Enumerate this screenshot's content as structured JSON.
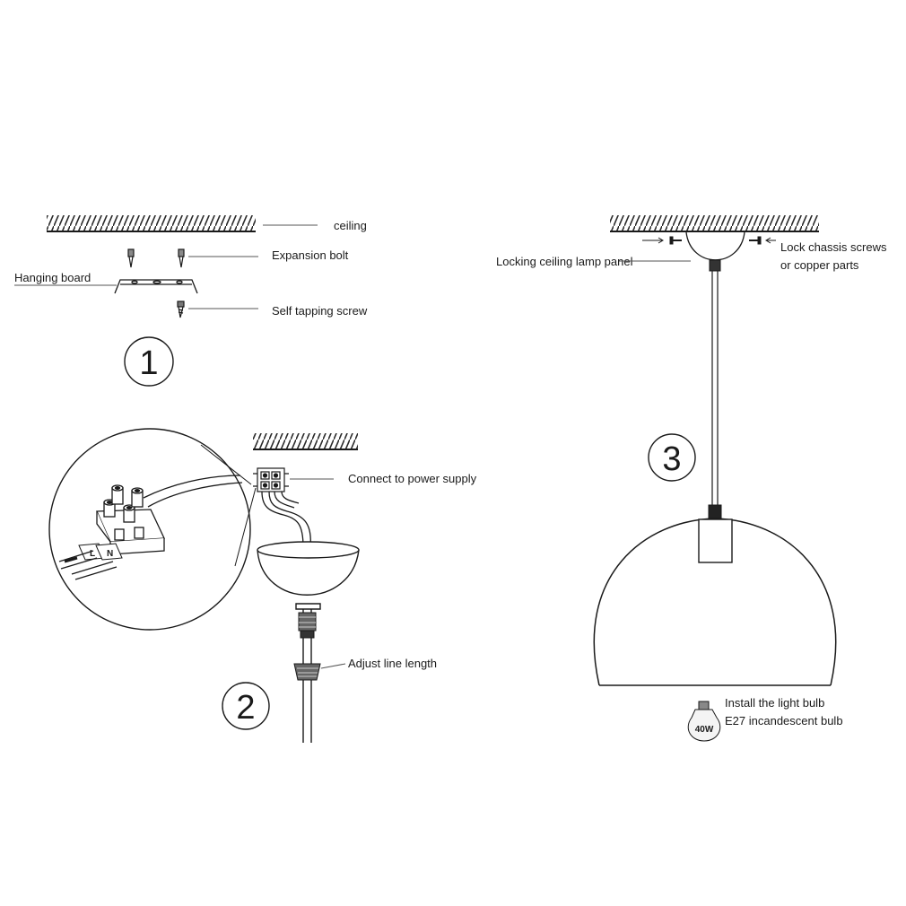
{
  "step1": {
    "number": "1",
    "labels": {
      "ceiling": "ceiling",
      "expansion_bolt": "Expansion bolt",
      "hanging_board": "Hanging board",
      "self_tapping_screw": "Self tapping screw"
    }
  },
  "step2": {
    "number": "2",
    "labels": {
      "connect_power": "Connect to power supply",
      "adjust_line": "Adjust line length"
    },
    "terminal_marks": [
      "L",
      "N"
    ]
  },
  "step3": {
    "number": "3",
    "labels": {
      "locking_panel": "Locking ceiling lamp panel",
      "lock_screws_line1": "Lock chassis screws",
      "lock_screws_line2": "or copper parts",
      "install_bulb_line1": "Install the light bulb",
      "install_bulb_line2": "E27 incandescent bulb"
    },
    "bulb_wattage": "40W"
  },
  "colors": {
    "ink": "#1a1a1a",
    "leader": "#555555",
    "hatch": "#2a2a2a"
  }
}
